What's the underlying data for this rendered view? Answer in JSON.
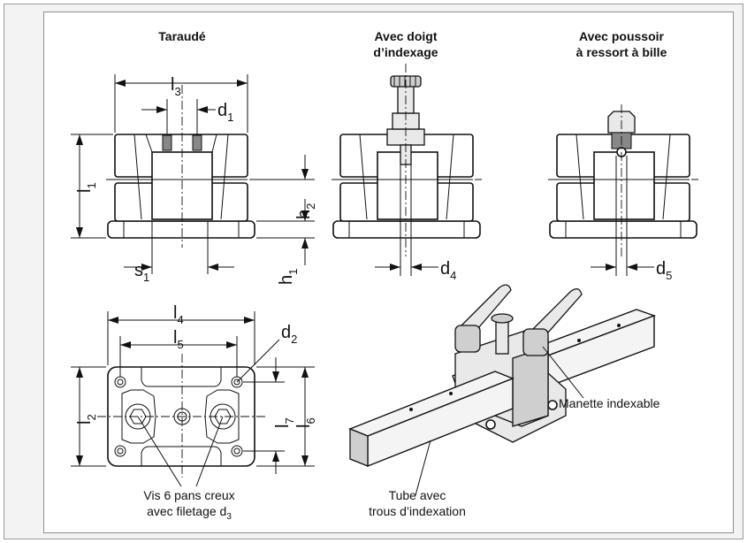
{
  "titles": {
    "tapped": "Taraudé",
    "index_line1": "Avec doigt",
    "index_line2": "d’indexage",
    "ball_line1": "Avec poussoir",
    "ball_line2": "à ressort à bille"
  },
  "dims": {
    "l3": "l",
    "l3_sub": "3",
    "d1": "d",
    "d1_sub": "1",
    "l1": "l",
    "l1_sub": "1",
    "h2": "h",
    "h2_sub": "2",
    "h1": "h",
    "h1_sub": "1",
    "s1": "s",
    "s1_sub": "1",
    "d4": "d",
    "d4_sub": "4",
    "d5": "d",
    "d5_sub": "5",
    "l4": "l",
    "l4_sub": "4",
    "l5": "l",
    "l5_sub": "5",
    "d2": "d",
    "d2_sub": "2",
    "l2": "l",
    "l2_sub": "2",
    "l7": "l",
    "l7_sub": "7",
    "l6": "l",
    "l6_sub": "6"
  },
  "labels": {
    "screw_line1": "Vis 6 pans creux",
    "screw_line2": "avec filetage d",
    "screw_sub": "3",
    "handle": "Manette indexable",
    "tube_line1": "Tube avec",
    "tube_line2": "trous d’indexation"
  }
}
